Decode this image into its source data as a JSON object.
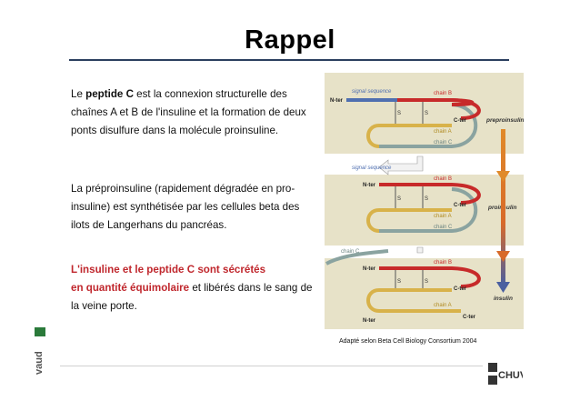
{
  "title": "Rappel",
  "text1": {
    "before": "Le ",
    "bold": "peptide C",
    "after": " est la connexion structurelle des chaînes A et B de l'insuline et la formation de deux ponts disulfure dans la molécule proinsuline."
  },
  "text2": "La préproinsuline (rapidement dégradée en pro-insuline) est synthétisée par les cellules beta des ilots de Langerhans du pancréas.",
  "text3": {
    "red1": "L'insuline et le peptide C sont sécrétés",
    "red2": "en quantité équimolaire",
    "after": " et libérés dans le sang de la veine porte."
  },
  "figure": {
    "signal_sequence": "signal sequence",
    "chain_b": "chain B",
    "chain_a": "chain A",
    "chain_c": "chain C",
    "n_ter": "N-ter",
    "c_ter": "C-ter",
    "s": "S",
    "preproinsulin": "preproinsulin",
    "proinsulin": "proinsulin",
    "insulin": "insulin",
    "colors": {
      "panel": "#e7e2c8",
      "chain_b": "#c72a2a",
      "chain_a": "#d8b24a",
      "chain_c": "#8aa3a0",
      "signal": "#4f6fb0"
    }
  },
  "caption": "Adapté selon Beta Cell Biology Consortium 2004",
  "logo_left": "vaud",
  "logo_right": "CHUV"
}
